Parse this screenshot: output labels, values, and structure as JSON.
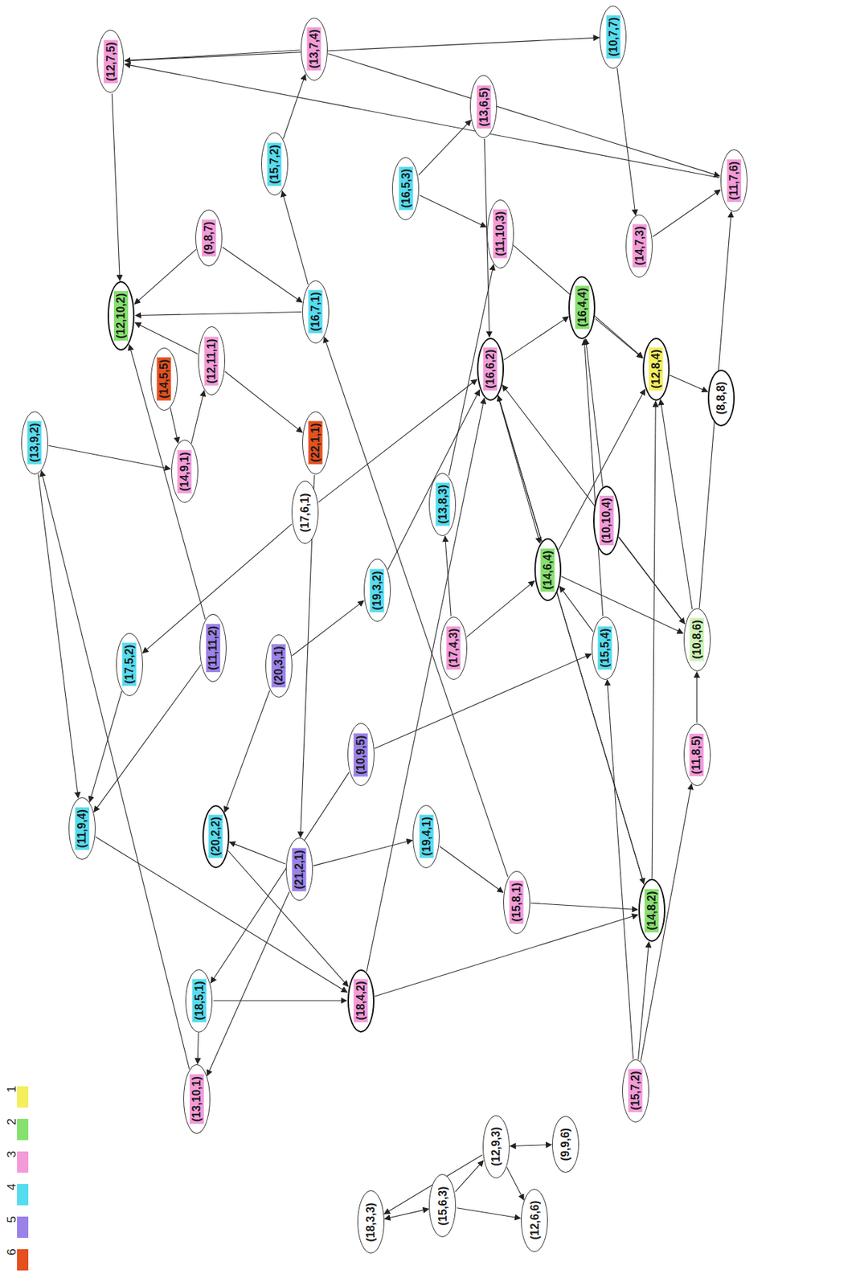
{
  "diagram": {
    "nodes": [
      {
        "text": [
          "(12,7,5)"
        ]
      },
      {
        "text": [
          "(13,7,4)"
        ]
      },
      {
        "text": [
          "(10,7,7)"
        ]
      },
      {
        "text": [
          "(13,6,5)"
        ]
      },
      {
        "text": [
          "(15,7,2)"
        ]
      },
      {
        "text": [
          "(16,5,3)"
        ]
      },
      {
        "text": [
          "(11,7,6)"
        ]
      },
      {
        "text": [
          "(9,8,7)"
        ]
      },
      {
        "text": [
          "(11,10,3)"
        ]
      },
      {
        "text": [
          "(14,7,3)"
        ]
      },
      {
        "text": [
          "(12,10,2)"
        ]
      },
      {
        "text": [
          "(16,7,1)"
        ]
      },
      {
        "text": [
          "(16,4,4)"
        ]
      },
      {
        "text": [
          "(12,11,1)"
        ]
      },
      {
        "text": [
          "(14,5,5)"
        ]
      },
      {
        "text": [
          "(16,6,2)"
        ]
      },
      {
        "text": [
          "(12,8,4)"
        ]
      },
      {
        "text": [
          "(8,8,8)"
        ]
      },
      {
        "text": [
          "(22,1,1)"
        ]
      },
      {
        "text": [
          "(13,9,2)"
        ]
      },
      {
        "text": [
          "(14,9,1)"
        ]
      },
      {
        "text": [
          "(17,6,1)"
        ]
      },
      {
        "text": [
          "(13,8,3)"
        ]
      },
      {
        "text": [
          "(19,3,2)"
        ]
      },
      {
        "text": [
          "(17,5,2)"
        ]
      },
      {
        "text": [
          "(11,11,2)"
        ]
      },
      {
        "text": [
          "(20,3,1)"
        ]
      },
      {
        "text": [
          "(17,4,3)"
        ]
      },
      {
        "text": [
          "(14,6,4)"
        ]
      },
      {
        "text": [
          "(10,10,4)"
        ]
      },
      {
        "text": [
          "(15,5,4)"
        ]
      },
      {
        "text": [
          "(10,8,6)"
        ]
      },
      {
        "text": [
          "(10,9,5)"
        ]
      },
      {
        "text": [
          "(11,8,5)"
        ]
      },
      {
        "text": [
          "(11,9,4)"
        ]
      },
      {
        "text": [
          "(20,2,2)"
        ]
      },
      {
        "text": [
          "(21,2,1)"
        ]
      },
      {
        "text": [
          "(19,4,1)"
        ]
      },
      {
        "text": [
          "(15,8,1)"
        ]
      },
      {
        "text": [
          "(14,8,2)"
        ]
      },
      {
        "text": [
          "(18,5,1)"
        ]
      },
      {
        "text": [
          "(18,4,2)"
        ]
      },
      {
        "text": [
          "(13,10,1)"
        ]
      },
      {
        "text": [
          "(15,7,2)"
        ]
      },
      {
        "text": [
          "(18,3,3)"
        ]
      },
      {
        "text": [
          "(15,6,3)"
        ]
      },
      {
        "text": [
          "(12,9,3)"
        ]
      },
      {
        "text": [
          "(9,9,6)"
        ]
      },
      {
        "text": [
          "(12,6,6)"
        ]
      }
    ],
    "edges": [
      {
        "from": 0,
        "to": 10,
        "arrow": "to"
      },
      {
        "from": 1,
        "to": 0,
        "arrow": "to"
      },
      {
        "from": 0,
        "to": 2,
        "arrow": "to"
      },
      {
        "from": 2,
        "to": 9,
        "arrow": "to"
      },
      {
        "from": 9,
        "to": 6,
        "arrow": "to"
      },
      {
        "from": 6,
        "to": 0,
        "arrow": "to"
      },
      {
        "from": 1,
        "to": 6,
        "arrow": "to"
      },
      {
        "from": 3,
        "to": 15,
        "arrow": "to"
      },
      {
        "from": 5,
        "to": 3,
        "arrow": "to"
      },
      {
        "from": 5,
        "to": 8,
        "arrow": "to"
      },
      {
        "from": 4,
        "to": 1,
        "arrow": "to"
      },
      {
        "from": 11,
        "to": 4,
        "arrow": "to"
      },
      {
        "from": 7,
        "to": 11,
        "arrow": "to"
      },
      {
        "from": 7,
        "to": 10,
        "arrow": "to"
      },
      {
        "from": 13,
        "to": 10,
        "arrow": "to"
      },
      {
        "from": 13,
        "to": 18,
        "arrow": "to"
      },
      {
        "from": 11,
        "to": 10,
        "arrow": "to"
      },
      {
        "from": 15,
        "to": 28,
        "arrow": "to"
      },
      {
        "from": 15,
        "to": 39,
        "arrow": "to"
      },
      {
        "from": 15,
        "to": 12,
        "arrow": "to"
      },
      {
        "from": 12,
        "to": 16,
        "arrow": "to"
      },
      {
        "from": 16,
        "to": 17,
        "arrow": "to"
      },
      {
        "from": 28,
        "to": 31,
        "arrow": "to"
      },
      {
        "from": 29,
        "to": 31,
        "arrow": "to"
      },
      {
        "from": 39,
        "to": 16,
        "arrow": "to"
      },
      {
        "from": 39,
        "to": 15,
        "arrow": "to"
      },
      {
        "from": 38,
        "to": 39,
        "arrow": "to"
      },
      {
        "from": 38,
        "to": 11,
        "arrow": "to"
      },
      {
        "from": 37,
        "to": 38,
        "arrow": "to"
      },
      {
        "from": 41,
        "to": 39,
        "arrow": "to"
      },
      {
        "from": 41,
        "to": 15,
        "arrow": "to"
      },
      {
        "from": 40,
        "to": 41,
        "arrow": "to"
      },
      {
        "from": 40,
        "to": 42,
        "arrow": "to"
      },
      {
        "from": 35,
        "to": 41,
        "arrow": "to"
      },
      {
        "from": 36,
        "to": 35,
        "arrow": "to"
      },
      {
        "from": 36,
        "to": 37,
        "arrow": "to"
      },
      {
        "from": 36,
        "to": 42,
        "arrow": "to"
      },
      {
        "from": 26,
        "to": 23,
        "arrow": "to"
      },
      {
        "from": 26,
        "to": 35,
        "arrow": "to"
      },
      {
        "from": 23,
        "to": 15,
        "arrow": "to"
      },
      {
        "from": 27,
        "to": 22,
        "arrow": "to"
      },
      {
        "from": 27,
        "to": 28,
        "arrow": "to"
      },
      {
        "from": 22,
        "to": 8,
        "arrow": "to"
      },
      {
        "from": 21,
        "to": 15,
        "arrow": "to"
      },
      {
        "from": 21,
        "to": 24,
        "arrow": "to"
      },
      {
        "from": 14,
        "to": 20,
        "arrow": "to"
      },
      {
        "from": 20,
        "to": 13,
        "arrow": "to"
      },
      {
        "from": 19,
        "to": 34,
        "arrow": "to"
      },
      {
        "from": 19,
        "to": 20,
        "arrow": "to"
      },
      {
        "from": 34,
        "to": 41,
        "arrow": "to"
      },
      {
        "from": 24,
        "to": 34,
        "arrow": "to"
      },
      {
        "from": 32,
        "to": 30,
        "arrow": "to"
      },
      {
        "from": 32,
        "to": 40,
        "arrow": "to"
      },
      {
        "from": 30,
        "to": 28,
        "arrow": "to"
      },
      {
        "from": 30,
        "to": 12,
        "arrow": "to"
      },
      {
        "from": 33,
        "to": 31,
        "arrow": "to"
      },
      {
        "from": 43,
        "to": 39,
        "arrow": "to"
      },
      {
        "from": 43,
        "to": 33,
        "arrow": "to"
      },
      {
        "from": 43,
        "to": 30,
        "arrow": "to"
      },
      {
        "from": 31,
        "to": 6,
        "arrow": "to"
      },
      {
        "from": 31,
        "to": 15,
        "arrow": "to"
      },
      {
        "from": 31,
        "to": 16,
        "arrow": "to"
      },
      {
        "from": 42,
        "to": 19,
        "arrow": "to"
      },
      {
        "from": 25,
        "to": 10,
        "arrow": "to"
      },
      {
        "from": 25,
        "to": 34,
        "arrow": "to"
      },
      {
        "from": 18,
        "to": 36,
        "arrow": "to"
      },
      {
        "from": 28,
        "to": 16,
        "arrow": "to"
      },
      {
        "from": 29,
        "to": 12,
        "arrow": "to"
      },
      {
        "from": 8,
        "to": 16,
        "arrow": "to"
      },
      {
        "from": 44,
        "to": 45,
        "arrow": "both"
      },
      {
        "from": 45,
        "to": 46,
        "arrow": "to"
      },
      {
        "from": 45,
        "to": 48,
        "arrow": "to"
      },
      {
        "from": 46,
        "to": 47,
        "arrow": "both"
      },
      {
        "from": 46,
        "to": 48,
        "arrow": "to"
      },
      {
        "from": 46,
        "to": 44,
        "arrow": "to"
      }
    ],
    "legend": [
      {
        "text": "1",
        "color": "#f5ee5c"
      },
      {
        "text": "2",
        "color": "#86e06e"
      },
      {
        "text": "3",
        "color": "#f39bd9"
      },
      {
        "text": "4",
        "color": "#55dcef"
      },
      {
        "text": "5",
        "color": "#9b82e8"
      },
      {
        "text": "6",
        "color": "#e5501f"
      }
    ]
  }
}
